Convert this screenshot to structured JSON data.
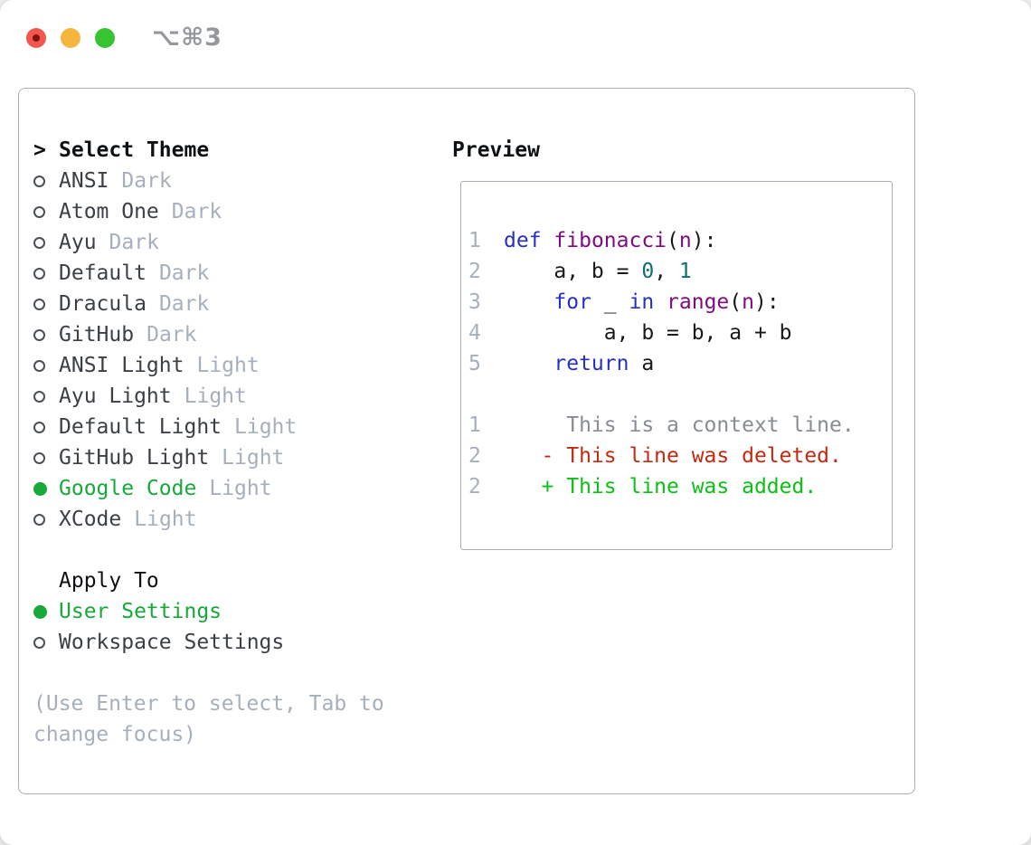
{
  "window": {
    "title": "⌥⌘3"
  },
  "colors": {
    "accent_green": "#17a93a",
    "muted": "#a6b0bd",
    "item_text": "#3b4046",
    "heading": "#0e1114",
    "circle_stroke": "#4a5056",
    "kwd": "#2730c4",
    "typ": "#7f0c80",
    "lit": "#0c6f72",
    "pln": "#17191d",
    "ctx": "#878d93",
    "del": "#c5290f",
    "add": "#0cc014",
    "linenum": "#a6b0bd",
    "title_gray": "#94989d"
  },
  "theme_picker": {
    "header_prefix": ">",
    "header": "Select Theme",
    "items": [
      {
        "name": "ANSI",
        "variant": "Dark",
        "selected": false
      },
      {
        "name": "Atom One",
        "variant": "Dark",
        "selected": false
      },
      {
        "name": "Ayu",
        "variant": "Dark",
        "selected": false
      },
      {
        "name": "Default",
        "variant": "Dark",
        "selected": false
      },
      {
        "name": "Dracula",
        "variant": "Dark",
        "selected": false
      },
      {
        "name": "GitHub",
        "variant": "Dark",
        "selected": false
      },
      {
        "name": "ANSI Light",
        "variant": "Light",
        "selected": false
      },
      {
        "name": "Ayu Light",
        "variant": "Light",
        "selected": false
      },
      {
        "name": "Default Light",
        "variant": "Light",
        "selected": false
      },
      {
        "name": "GitHub Light",
        "variant": "Light",
        "selected": false
      },
      {
        "name": "Google Code",
        "variant": "Light",
        "selected": true
      },
      {
        "name": "XCode",
        "variant": "Light",
        "selected": false
      }
    ],
    "apply_to": {
      "header": "Apply To",
      "options": [
        {
          "label": "User Settings",
          "selected": true
        },
        {
          "label": "Workspace Settings",
          "selected": false
        }
      ]
    },
    "hint_lines": [
      "(Use Enter to select, Tab to",
      "change focus)"
    ]
  },
  "preview": {
    "header": "Preview",
    "lines": [
      {
        "num": "1",
        "tokens": [
          [
            "kwd",
            "def"
          ],
          [
            "pln",
            " "
          ],
          [
            "typ",
            "fibonacci"
          ],
          [
            "pln",
            "("
          ],
          [
            "typ",
            "n"
          ],
          [
            "pln",
            "):"
          ]
        ]
      },
      {
        "num": "2",
        "tokens": [
          [
            "pln",
            "    a, b = "
          ],
          [
            "lit",
            "0"
          ],
          [
            "pln",
            ", "
          ],
          [
            "lit",
            "1"
          ]
        ]
      },
      {
        "num": "3",
        "tokens": [
          [
            "pln",
            "    "
          ],
          [
            "kwd",
            "for"
          ],
          [
            "pln",
            " _ "
          ],
          [
            "kwd",
            "in"
          ],
          [
            "pln",
            " "
          ],
          [
            "typ",
            "range"
          ],
          [
            "pln",
            "("
          ],
          [
            "typ",
            "n"
          ],
          [
            "pln",
            "):"
          ]
        ]
      },
      {
        "num": "4",
        "tokens": [
          [
            "pln",
            "        a, b = b, a + b"
          ]
        ]
      },
      {
        "num": "5",
        "tokens": [
          [
            "pln",
            "    "
          ],
          [
            "kwd",
            "return"
          ],
          [
            "pln",
            " a"
          ]
        ]
      },
      {
        "num": "",
        "tokens": []
      },
      {
        "num": "1",
        "tokens": [
          [
            "ctx",
            "     This is a context line."
          ]
        ]
      },
      {
        "num": "2",
        "tokens": [
          [
            "del",
            "   - This line was deleted."
          ]
        ]
      },
      {
        "num": "2",
        "tokens": [
          [
            "add",
            "   + This line was added."
          ]
        ]
      }
    ]
  }
}
